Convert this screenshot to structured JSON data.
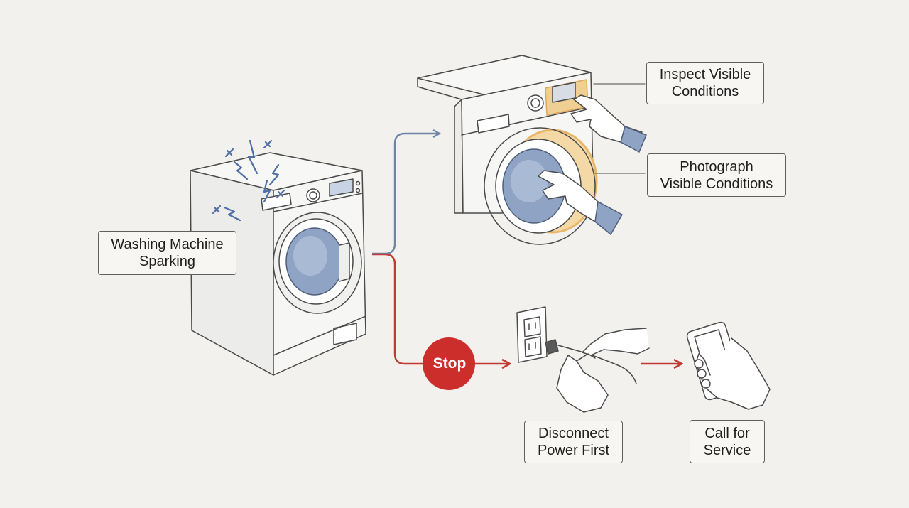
{
  "diagram": {
    "start": {
      "lines": [
        "Washing Machine",
        "Sparking"
      ]
    },
    "upper_branch": [
      {
        "lines": [
          "Inspect Visible",
          "Conditions"
        ]
      },
      {
        "lines": [
          "Photograph",
          "Visible Conditions"
        ]
      }
    ],
    "stop": {
      "label": "Stop",
      "color": "#cc2e2c"
    },
    "lower_branch": [
      {
        "lines": [
          "Disconnect",
          "Power First"
        ]
      },
      {
        "lines": [
          "Call for",
          "Service"
        ]
      }
    ]
  },
  "colors": {
    "background": "#f2f1ed",
    "safe_path": "#6e85a6",
    "danger_path": "#c23a34",
    "spark": "#4f6fa6",
    "highlight": "#e8b66a",
    "sketch_line": "#4a4a4a"
  },
  "icons": [
    "spark-icon",
    "washing-machine-illustration",
    "hands-inspecting-illustration",
    "wall-outlet-illustration",
    "unplugging-hands-illustration",
    "phone-in-hand-illustration"
  ]
}
